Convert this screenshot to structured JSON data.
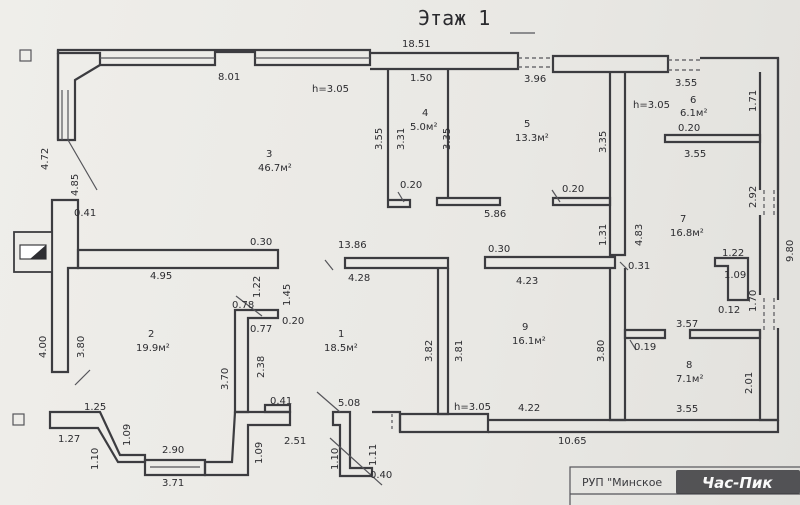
{
  "title": "Этаж 1",
  "heights": [
    "h=3.05",
    "h=3.05",
    "h=3.05"
  ],
  "rooms": [
    {
      "number": "1",
      "area": "18.5м²"
    },
    {
      "number": "2",
      "area": "19.9м²"
    },
    {
      "number": "3",
      "area": "46.7м²"
    },
    {
      "number": "4",
      "area": "5.0м²"
    },
    {
      "number": "5",
      "area": "13.3м²"
    },
    {
      "number": "6",
      "area": "6.1м²"
    },
    {
      "number": "7",
      "area": "16.8м²"
    },
    {
      "number": "8",
      "area": "7.1м²"
    },
    {
      "number": "9",
      "area": "16.1м²"
    }
  ],
  "dimensions": [
    "18.51",
    "8.01",
    "1.50",
    "3.96",
    "3.55",
    "4.72",
    "4.85",
    "0.41",
    "3.55",
    "3.31",
    "3.35",
    "0.20",
    "0.20",
    "5.86",
    "3.35",
    "1.71",
    "0.20",
    "3.55",
    "2.92",
    "9.80",
    "13.86",
    "0.30",
    "4.28",
    "0.30",
    "4.23",
    "0.31",
    "1.31",
    "4.83",
    "1.22",
    "1.09",
    "0.12",
    "1.70",
    "4.95",
    "1.22",
    "1.45",
    "0.78",
    "0.20",
    "0.77",
    "3.80",
    "4.00",
    "3.70",
    "2.38",
    "0.41",
    "3.82",
    "3.81",
    "3.80",
    "3.57",
    "0.19",
    "2.01",
    "5.08",
    "4.22",
    "10.65",
    "3.55",
    "1.25",
    "1.27",
    "1.10",
    "1.09",
    "2.90",
    "1.09",
    "2.51",
    "3.71",
    "1.10",
    "1.11",
    "0.40"
  ],
  "stamp": {
    "text": "РУП \"Минское"
  },
  "watermark": "Час-Пик"
}
